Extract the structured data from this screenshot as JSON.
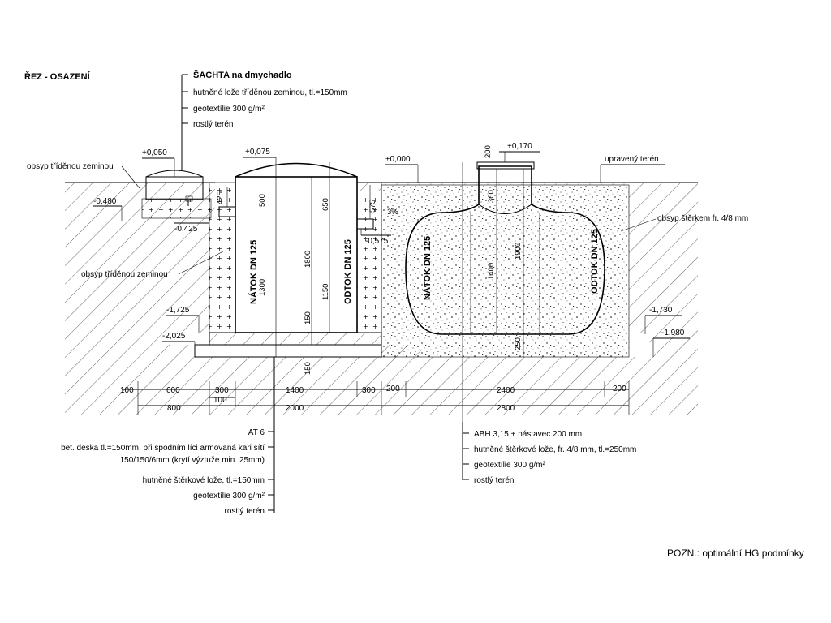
{
  "title": "ŘEZ - OSAZENÍ",
  "note": "POZN.: optimální HG podmínky",
  "shaft_labels": [
    "ŠACHTA na dmychadlo",
    "hutněné lože tříděnou zeminou, tl.=150mm",
    "geotextílie 300 g/m²",
    "rostlý terén"
  ],
  "at6_labels": [
    "AT 6",
    "bet. deska tl.=150mm, při spodním líci armovaná  kari sítí",
    "150/150/6mm (krytí výztuže min. 25mm)",
    "hutněné štěrkové lože, tl.=150mm",
    "geotextílie 300 g/m²",
    "rostlý terén"
  ],
  "abh_labels": [
    "ABH 3,15 + nástavec 200 mm",
    "hutněné štěrkové lože, fr. 4/8 mm, tl.=250mm",
    "geotextílie 300 g/m²",
    "rostlý terén"
  ],
  "side_labels": {
    "obsyp_left_top": "obsyp tříděnou zeminou",
    "obsyp_left_mid": "obsyp tříděnou zeminou",
    "upraveny_teren": "upravený terén",
    "obsyp_sterk": "obsyp štěrkem fr. 4/8 mm"
  },
  "levels": {
    "shaft_top": "+0,050",
    "at6_top": "+0,075",
    "zero": "±0,000",
    "abh_top": "+0,170",
    "shaft_bottom": "-0,480",
    "shaft_inlet": "-0,425",
    "at6_outlet": "-0,575",
    "at6_bottom": "-1,725",
    "at6_found": "-2,025",
    "abh_bottom": "-1,730",
    "abh_found": "-1,980"
  },
  "dims": {
    "d425": "425",
    "d575": "575",
    "d500": "500",
    "d650": "650",
    "d1800": "1800",
    "d1300": "1300",
    "d1150": "1150",
    "d150a": "150",
    "d150b": "150",
    "d200top": "200",
    "d300": "300",
    "d1400v": "1400",
    "d1900": "1900",
    "d250": "250",
    "slope": "3%"
  },
  "pipes": {
    "at6_natok": "NÁTOK DN 125",
    "at6_odtok": "ODTOK DN 125",
    "abh_natok": "NÁTOK DN 125",
    "abh_odtok": "ODTOK DN 125"
  },
  "bottom_dims": {
    "row1": [
      "100",
      "600",
      "300",
      "1400",
      "300",
      "200",
      "2400",
      "200"
    ],
    "row2": [
      "100"
    ],
    "row3": [
      "800",
      "2000",
      "2800"
    ]
  }
}
